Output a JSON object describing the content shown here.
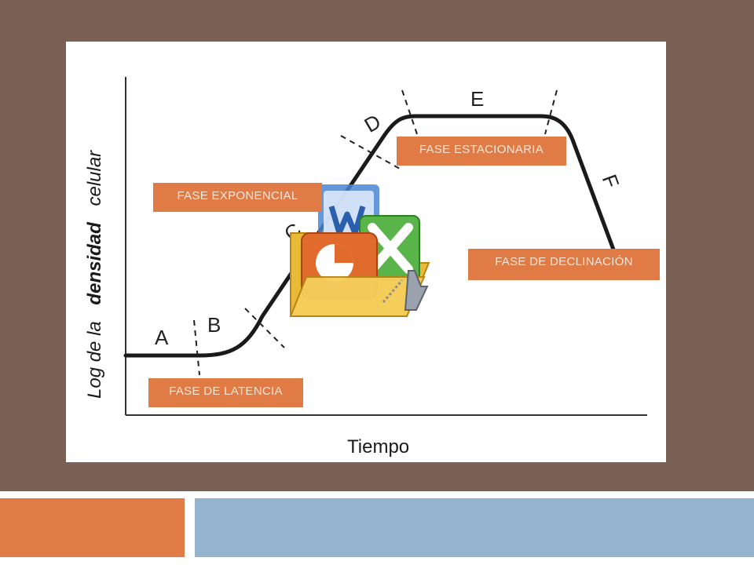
{
  "axes": {
    "xlabel": "Tiempo",
    "ylabel_parts": [
      "Log de la",
      "densidad",
      "celular"
    ]
  },
  "segments": [
    "A",
    "B",
    "C",
    "D",
    "E",
    "F"
  ],
  "phase_labels": {
    "latencia": "FASE DE LATENCIA",
    "exponencial": "FASE EXPONENCIAL",
    "estacionaria": "FASE ESTACIONARIA",
    "declinacion": "FASE DE DECLINACIÓN"
  },
  "colors": {
    "background": "#7a5f55",
    "accent_orange": "#e07b45",
    "accent_blue": "#93b3cf"
  },
  "icons": [
    "office-folder-icon"
  ]
}
